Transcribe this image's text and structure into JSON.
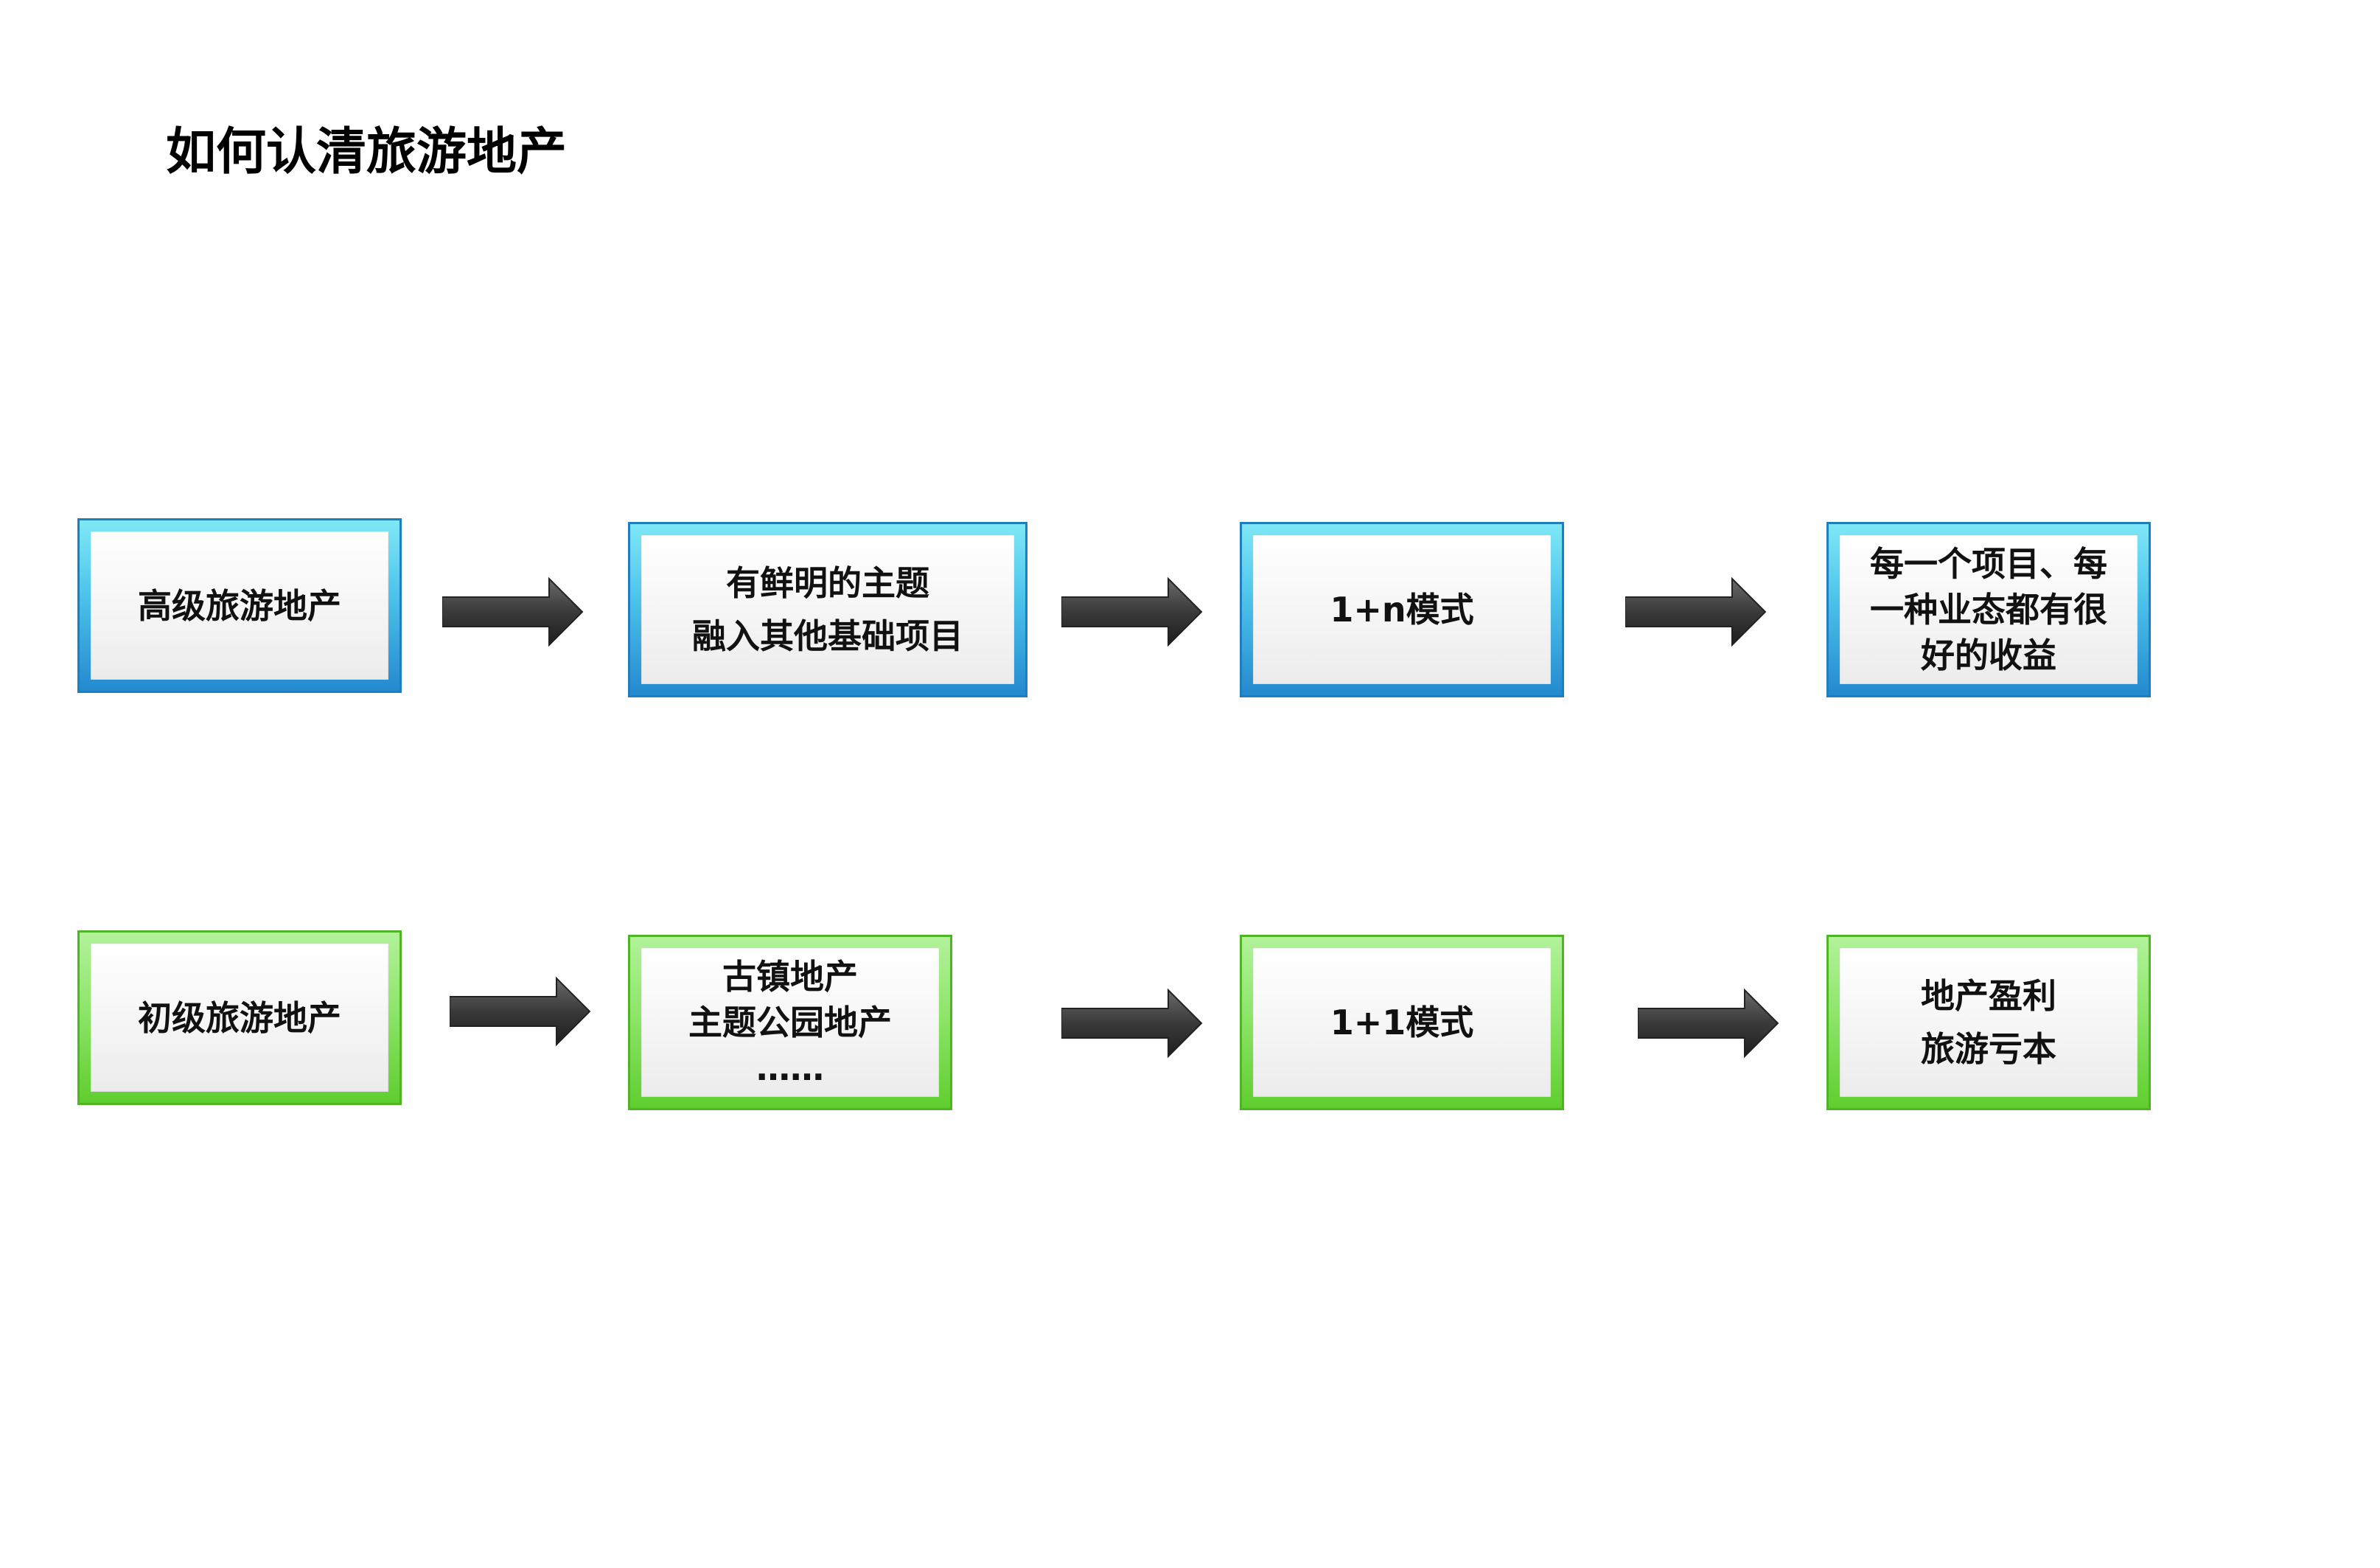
{
  "title": "如何认清旅游地产",
  "rows": [
    {
      "theme": "blue",
      "stages": [
        {
          "lines": [
            "高级旅游地产"
          ]
        },
        {
          "lines": [
            "有鲜明的主题",
            "融入其他基础项目"
          ]
        },
        {
          "lines": [
            "1+n模式"
          ]
        },
        {
          "lines": [
            "每一个项目、每",
            "一种业态都有很",
            "好的收益"
          ]
        }
      ]
    },
    {
      "theme": "green",
      "stages": [
        {
          "lines": [
            "初级旅游地产"
          ]
        },
        {
          "lines": [
            "古镇地产",
            "主题公园地产",
            "……"
          ]
        },
        {
          "lines": [
            "1+1模式"
          ]
        },
        {
          "lines": [
            "地产盈利",
            "旅游亏本"
          ]
        }
      ]
    }
  ],
  "colors": {
    "blue_frame": "#2489cf",
    "green_frame": "#5fce2e",
    "arrow": "#3a3a3a"
  }
}
